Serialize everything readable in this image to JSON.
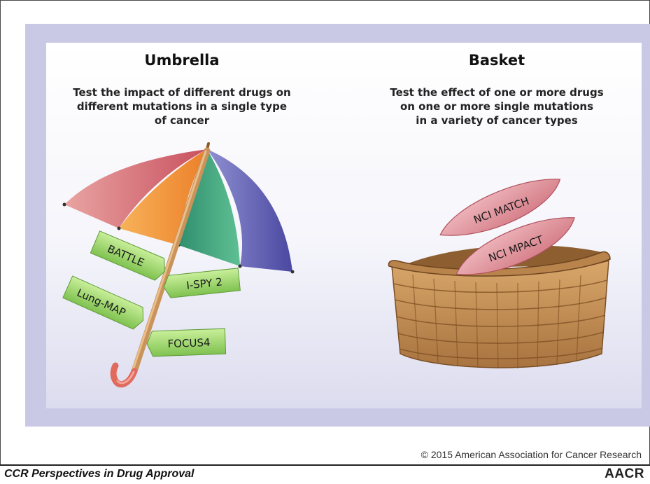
{
  "umbrella": {
    "title": "Umbrella",
    "description": [
      "Test the impact of different drugs on",
      "different mutations in a single type",
      "of cancer"
    ],
    "trials": [
      "BATTLE",
      "I-SPY 2",
      "Lung-MAP",
      "FOCUS4"
    ]
  },
  "basket": {
    "title": "Basket",
    "description": [
      "Test the effect of one or more drugs",
      "on one or more single mutations",
      "in a variety of cancer types"
    ],
    "trials": [
      "NCI MATCH",
      "NCI MPACT"
    ]
  },
  "footer": {
    "copyright": "© 2015 American Association for Cancer Research",
    "journal": "CCR Perspectives in Drug Approval",
    "logo": "AACR"
  },
  "colors": {
    "panel_border": "#c9c9e6",
    "umbrella_red": "#d9707a",
    "umbrella_orange": "#f2953a",
    "umbrella_green": "#3aa079",
    "umbrella_purple": "#6c6ab8",
    "sign_green": "#9bd26a",
    "leaf_pink": "#e29aa2",
    "basket_tan": "#c8945a"
  }
}
